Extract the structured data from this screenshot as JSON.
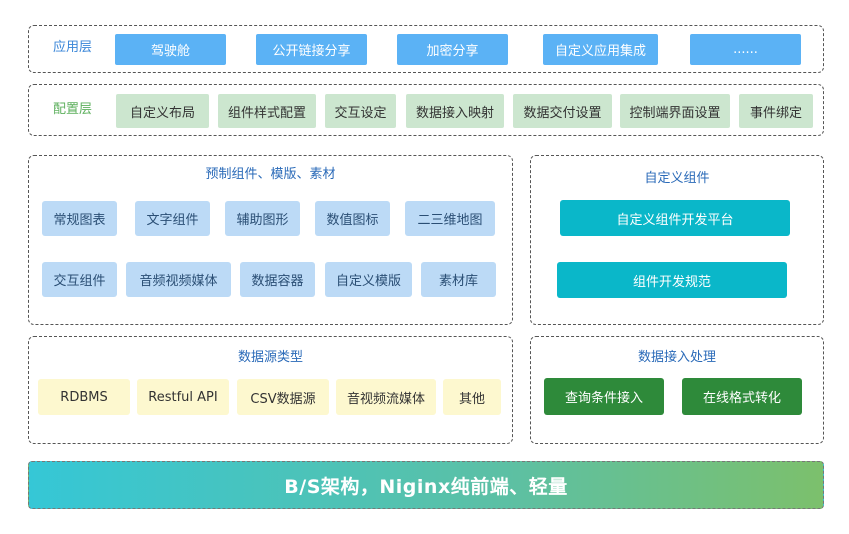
{
  "app_layer": {
    "label": "应用层",
    "items": [
      "驾驶舱",
      "公开链接分享",
      "加密分享",
      "自定义应用集成",
      "......"
    ]
  },
  "config_layer": {
    "label": "配置层",
    "items": [
      "自定义布局",
      "组件样式配置",
      "交互设定",
      "数据接入映射",
      "数据交付设置",
      "控制端界面设置",
      "事件绑定"
    ]
  },
  "preset_components": {
    "title": "预制组件、模版、素材",
    "row1": [
      "常规图表",
      "文字组件",
      "辅助图形",
      "数值图标",
      "二三维地图"
    ],
    "row2": [
      "交互组件",
      "音频视频媒体",
      "数据容器",
      "自定义模版",
      "素材库"
    ]
  },
  "custom_components": {
    "title": "自定义组件",
    "items": [
      "自定义组件开发平台",
      "组件开发规范"
    ]
  },
  "data_sources": {
    "title": "数据源类型",
    "items": [
      "RDBMS",
      "Restful API",
      "CSV数据源",
      "音视频流媒体",
      "其他"
    ]
  },
  "data_access": {
    "title": "数据接入处理",
    "items": [
      "查询条件接入",
      "在线格式转化"
    ]
  },
  "foundation": {
    "label": "B/S架构，Niginx纯前端、轻量"
  },
  "colors": {
    "app_chip": "#5bb2f5",
    "config_chip": "#cce6cf",
    "preset_chip": "#bcdaf6",
    "custom_chip": "#0ab7c9",
    "datasource_chip": "#fdf8cf",
    "access_chip": "#2e8a3a",
    "app_label": "#3a86d8",
    "config_label": "#5eb05e",
    "section_title": "#2a6ab8"
  }
}
